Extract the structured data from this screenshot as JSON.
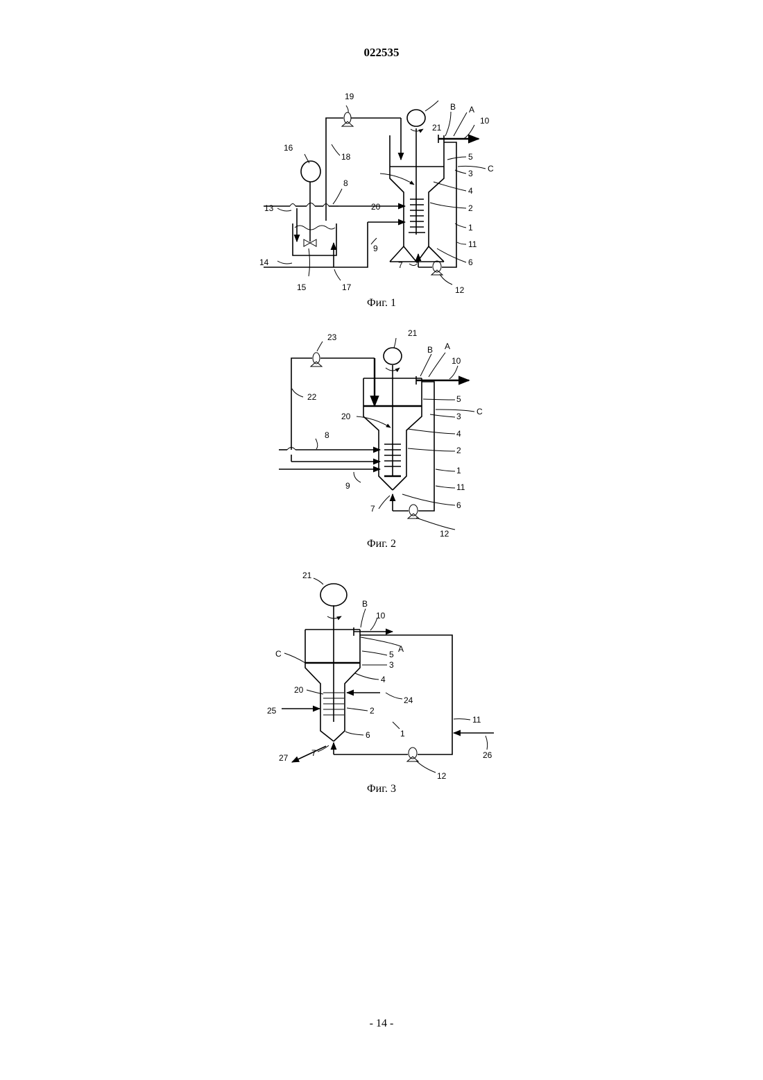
{
  "document_number": "022535",
  "page_number": "- 14 -",
  "figures": [
    {
      "caption": "Фиг. 1",
      "labels": {
        "l19": "19",
        "lB": "B",
        "lA": "A",
        "l10": "10",
        "l21": "21",
        "l16": "16",
        "l18": "18",
        "l5": "5",
        "l3": "3",
        "lC": "C",
        "l8": "8",
        "l4": "4",
        "l13": "13",
        "l20": "20",
        "l2": "2",
        "l1": "1",
        "l14": "14",
        "l9": "9",
        "l11": "11",
        "l7": "7",
        "l6": "6",
        "l15": "15",
        "l17": "17",
        "l12": "12"
      }
    },
    {
      "caption": "Фиг. 2",
      "labels": {
        "l21": "21",
        "l23": "23",
        "lB": "B",
        "lA": "A",
        "l10": "10",
        "l22": "22",
        "l5": "5",
        "lC": "C",
        "l20": "20",
        "l3": "3",
        "l4": "4",
        "l8": "8",
        "l2": "2",
        "l1": "1",
        "l9": "9",
        "l11": "11",
        "l7": "7",
        "l6": "6",
        "l12": "12"
      }
    },
    {
      "caption": "Фиг. 3",
      "labels": {
        "l21": "21",
        "lB": "B",
        "l10": "10",
        "lA": "A",
        "lC": "C",
        "l5": "5",
        "l3": "3",
        "l4": "4",
        "l20": "20",
        "l24": "24",
        "l25": "25",
        "l2": "2",
        "l11": "11",
        "l1": "1",
        "l6": "6",
        "l26": "26",
        "l27": "27",
        "l7": "7",
        "l12": "12"
      }
    }
  ]
}
